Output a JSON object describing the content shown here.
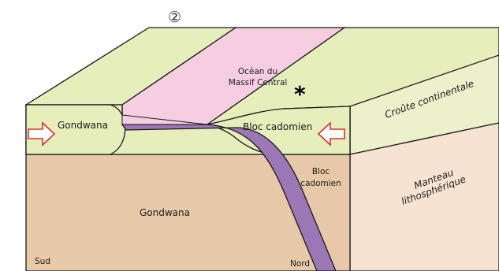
{
  "step_marker": "②",
  "labels": {
    "ocean_line1": "Océan du",
    "ocean_line2": "Massif Central",
    "asterisk": "*",
    "crust": "Croûte continentale",
    "mantle_line1": "Manteau",
    "mantle_line2": "lithosphérique",
    "gondwana_crust": "Gondwana",
    "bloc_crust": "Bloc cadomien",
    "bloc_mantle_line1": "Bloc",
    "bloc_mantle_line2": "cadomien",
    "gondwana_mantle": "Gondwana",
    "south": "Sud",
    "north": "Nord"
  },
  "colors": {
    "crust": "#e6eebc",
    "crust_side": "#ecf1cc",
    "mantle": "#e7c8a8",
    "mantle_side": "#f6e3d2",
    "ocean": "#f6cde1",
    "slab": "#9b77b5",
    "arrow": "#d6322a",
    "outline": "#1a1a1a"
  }
}
